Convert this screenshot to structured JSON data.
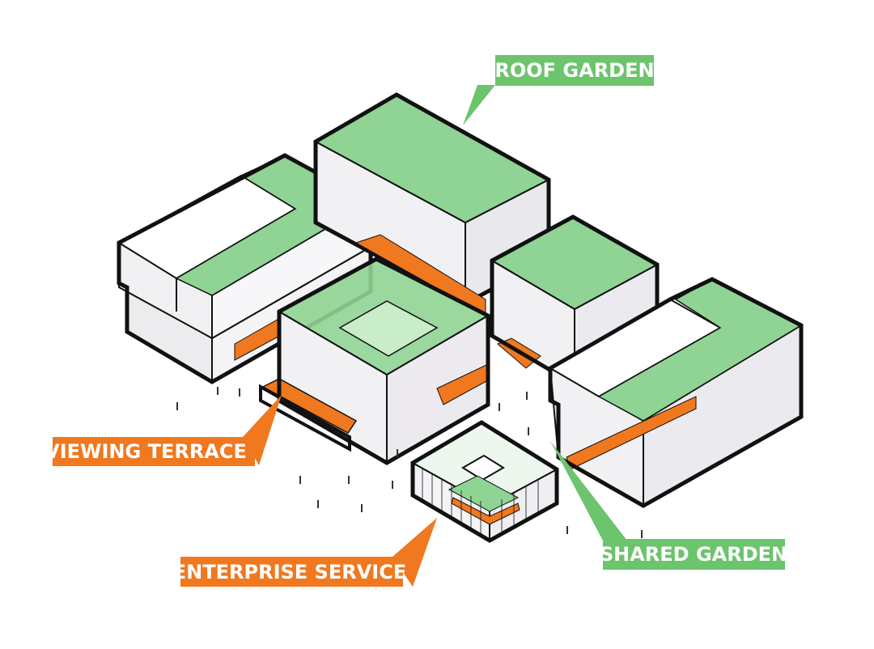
{
  "labels": {
    "roof_garden": "ROOF GARDEN",
    "viewing_terrace": "VIEWING TERRACE",
    "enterprise_service": "ENTERPRISE SERVICE",
    "shared_garden": "SHARED GARDEN"
  },
  "colors": {
    "green_label": "#6cc46c",
    "green_roof": "#8fd494",
    "orange": "#f0781e",
    "outline": "#111111",
    "wall": "#f1f0f3"
  }
}
